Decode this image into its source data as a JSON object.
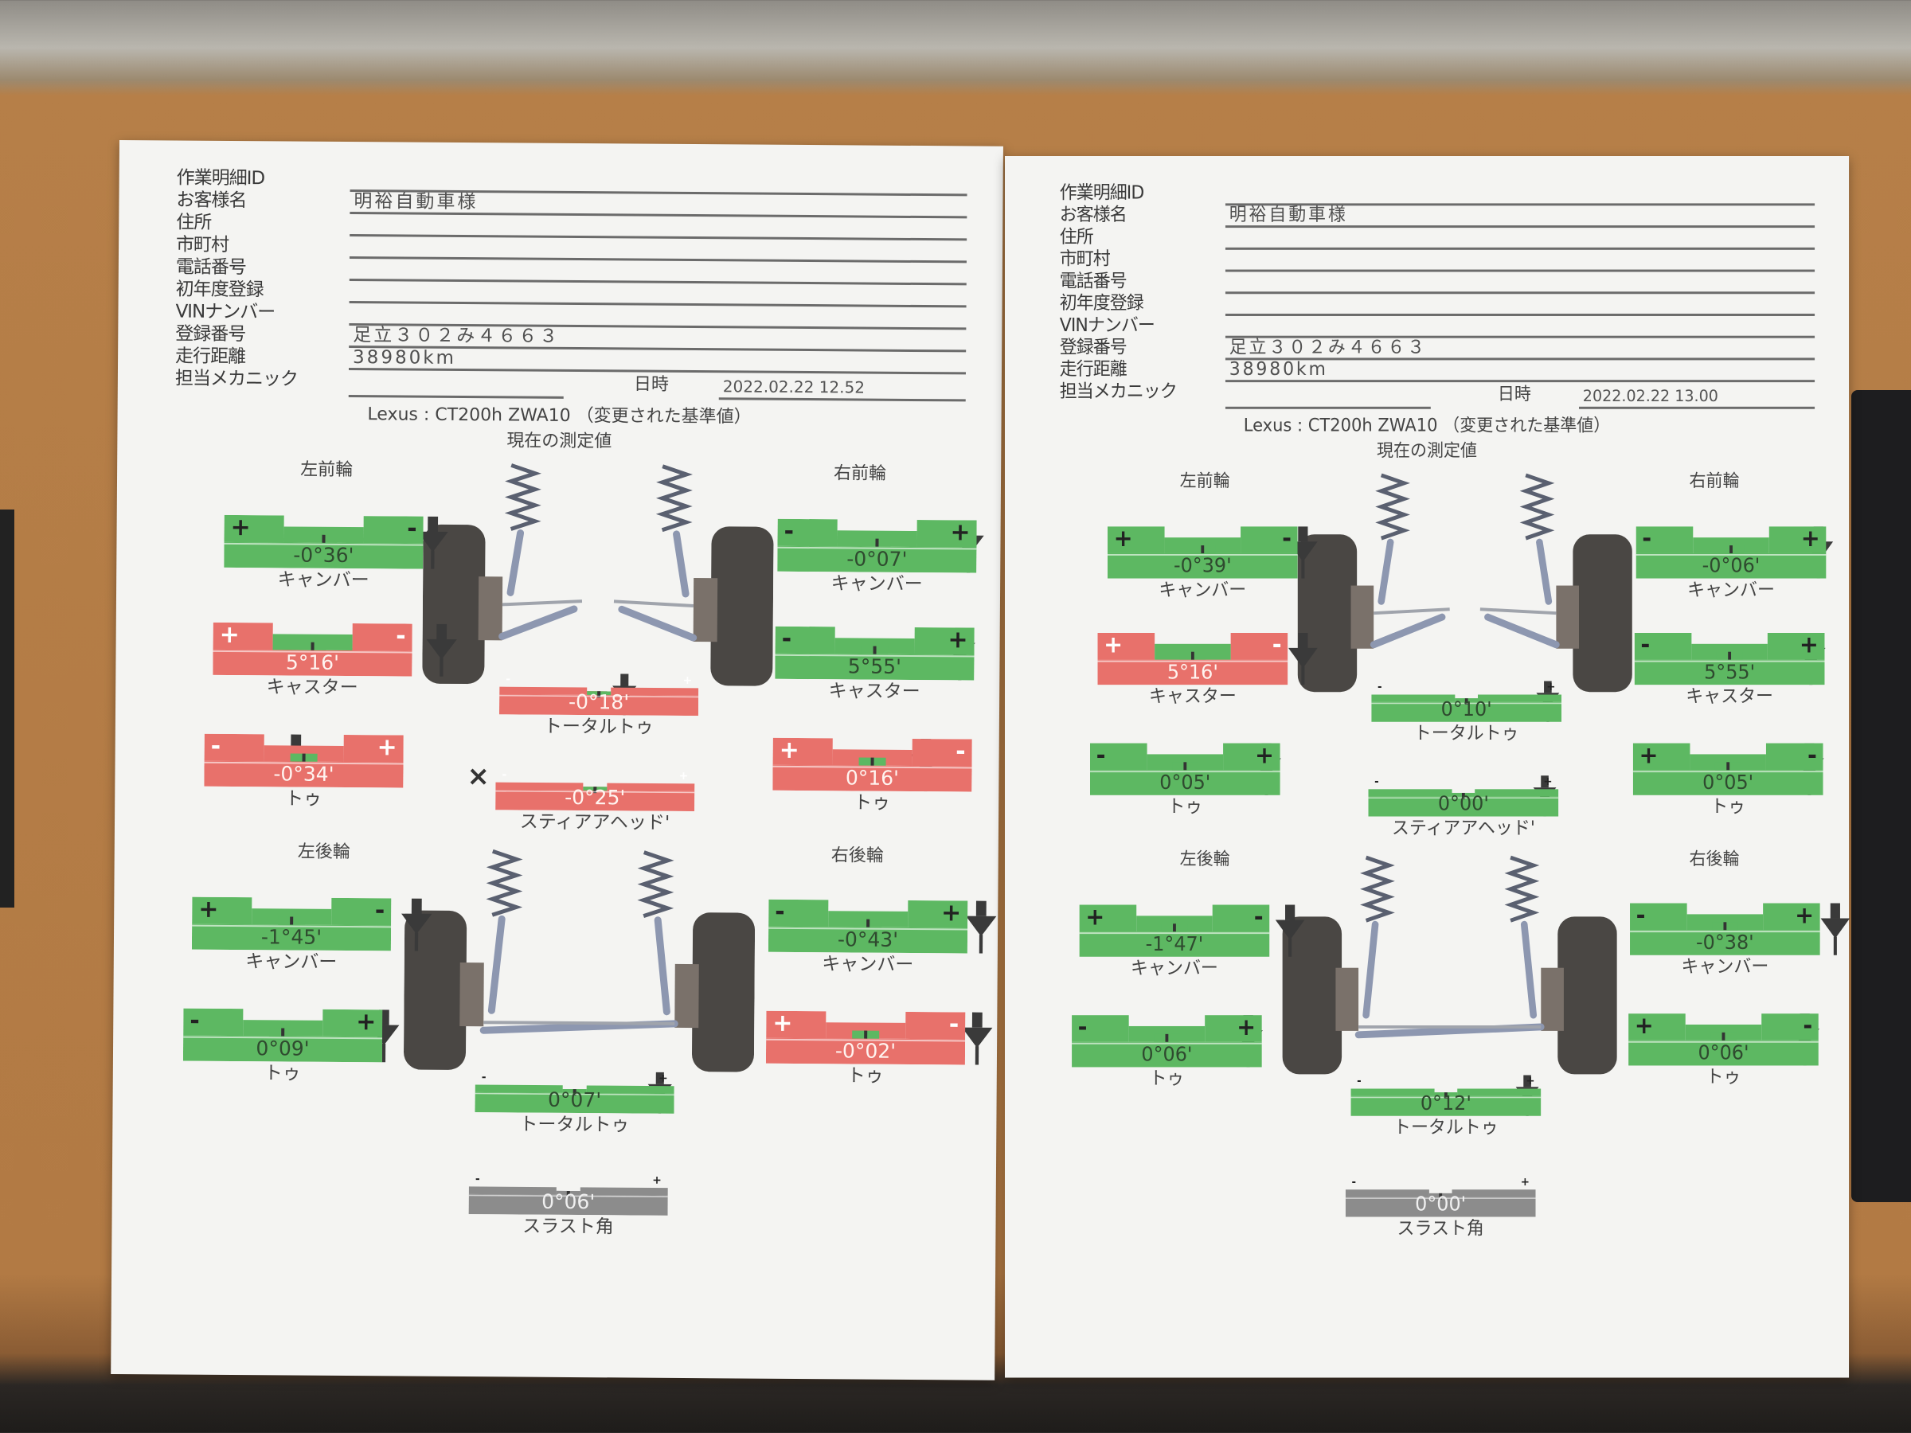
{
  "colors": {
    "ok": "#5db862",
    "out": "#e8716b",
    "neutral": "#8c8c8c",
    "arrow": "#3a3a3a"
  },
  "sheets": [
    {
      "header": {
        "fields": [
          {
            "label": "作業明細ID",
            "value": ""
          },
          {
            "label": "お客様名",
            "value": "明裕自動車様"
          },
          {
            "label": "住所",
            "value": ""
          },
          {
            "label": "市町村",
            "value": ""
          },
          {
            "label": "電話番号",
            "value": ""
          },
          {
            "label": "初年度登録",
            "value": ""
          },
          {
            "label": "VINナンバー",
            "value": ""
          },
          {
            "label": "登録番号",
            "value": "足立３０２み４６６３"
          },
          {
            "label": "走行距離",
            "value": "38980km"
          },
          {
            "label": "担当メカニック",
            "value": ""
          }
        ],
        "datetime_label": "日時",
        "datetime": "2022.02.22 12.52"
      },
      "vehicle": "Lexus : CT200h ZWA10 （変更された基準値）",
      "subtitle": "現在の測定値",
      "labels": {
        "front_left": "左前輪",
        "front_right": "右前輪",
        "rear_left": "左後輪",
        "rear_right": "右後輪"
      },
      "gauges": {
        "fl_camber": {
          "label": "キャンバー",
          "value": "-0°36'",
          "status": "ok",
          "signs": [
            "+",
            "-"
          ],
          "pointer": 0.62
        },
        "fl_caster": {
          "label": "キャスター",
          "value": "5°16'",
          "status": "out",
          "inner": "wide",
          "signs": [
            "+",
            "-"
          ],
          "pointer": 0.72
        },
        "fl_toe": {
          "label": "トゥ",
          "value": "-0°34'",
          "status": "out",
          "signs": [
            "-",
            "+"
          ],
          "pointer": 0.03
        },
        "fr_camber": {
          "label": "キャンバー",
          "value": "-0°07'",
          "status": "ok",
          "signs": [
            "-",
            "+"
          ],
          "pointer": 0.53
        },
        "fr_caster": {
          "label": "キャスター",
          "value": "5°55'",
          "status": "ok",
          "signs": [
            "-",
            "+"
          ],
          "pointer": 0.5
        },
        "fr_toe": {
          "label": "トゥ",
          "value": "0°16'",
          "status": "out",
          "signs": [
            "+",
            "-"
          ],
          "pointer": 0.34
        },
        "f_total_toe": {
          "label": "トータルトゥ",
          "value": "-0°18'",
          "status": "out",
          "signs": [
            "-",
            "+"
          ],
          "pointer": 0.2
        },
        "steer_ahead": {
          "label": "スティアアヘッド'",
          "value": "-0°25'",
          "status": "out",
          "signs": [
            "-",
            "+"
          ],
          "pointer": null,
          "marker": "×"
        },
        "rl_camber": {
          "label": "キャンバー",
          "value": "-1°45'",
          "status": "ok",
          "signs": [
            "+",
            "-"
          ],
          "pointer": 0.7
        },
        "rl_toe": {
          "label": "トゥ",
          "value": "0°09'",
          "status": "ok",
          "signs": [
            "-",
            "+"
          ],
          "pointer": 0.58
        },
        "rr_camber": {
          "label": "キャンバー",
          "value": "-0°43'",
          "status": "ok",
          "signs": [
            "-",
            "+"
          ],
          "pointer": 0.64
        },
        "rr_toe": {
          "label": "トゥ",
          "value": "-0°02'",
          "status": "out",
          "signs": [
            "+",
            "-"
          ],
          "pointer": 0.63
        },
        "r_total_toe": {
          "label": "トータルトゥ",
          "value": "0°07'",
          "status": "ok",
          "signs": [
            "-",
            "+"
          ],
          "pointer": 0.5
        },
        "thrust": {
          "label": "スラスト角",
          "value": "0°06'",
          "status": "neutral",
          "signs": [
            "-",
            "+"
          ],
          "pointer": null
        }
      }
    },
    {
      "header": {
        "fields": [
          {
            "label": "作業明細ID",
            "value": ""
          },
          {
            "label": "お客様名",
            "value": "明裕自動車様"
          },
          {
            "label": "住所",
            "value": ""
          },
          {
            "label": "市町村",
            "value": ""
          },
          {
            "label": "電話番号",
            "value": ""
          },
          {
            "label": "初年度登録",
            "value": ""
          },
          {
            "label": "VINナンバー",
            "value": ""
          },
          {
            "label": "登録番号",
            "value": "足立３０２み４６６３"
          },
          {
            "label": "走行距離",
            "value": "38980km"
          },
          {
            "label": "担当メカニック",
            "value": ""
          }
        ],
        "datetime_label": "日時",
        "datetime": "2022.02.22 13.00"
      },
      "vehicle": "Lexus : CT200h ZWA10 （変更された基準値）",
      "subtitle": "現在の測定値",
      "labels": {
        "front_left": "左前輪",
        "front_right": "右前輪",
        "rear_left": "左後輪",
        "rear_right": "右後輪"
      },
      "gauges": {
        "fl_camber": {
          "label": "キャンバー",
          "value": "-0°39'",
          "status": "ok",
          "signs": [
            "+",
            "-"
          ],
          "pointer": 0.6
        },
        "fl_caster": {
          "label": "キャスター",
          "value": "5°16'",
          "status": "out",
          "inner": "wide",
          "signs": [
            "+",
            "-"
          ],
          "pointer": 0.65
        },
        "fl_toe": {
          "label": "トゥ",
          "value": "0°05'",
          "status": "ok",
          "signs": [
            "-",
            "+"
          ],
          "pointer": 0.5
        },
        "fr_camber": {
          "label": "キャンバー",
          "value": "-0°06'",
          "status": "ok",
          "signs": [
            "-",
            "+"
          ],
          "pointer": 0.53
        },
        "fr_caster": {
          "label": "キャスター",
          "value": "5°55'",
          "status": "ok",
          "signs": [
            "-",
            "+"
          ],
          "pointer": 0.5
        },
        "fr_toe": {
          "label": "トゥ",
          "value": "0°05'",
          "status": "ok",
          "signs": [
            "+",
            "-"
          ],
          "pointer": 0.5
        },
        "f_total_toe": {
          "label": "トータルトゥ",
          "value": "0°10'",
          "status": "ok",
          "signs": [
            "-",
            "+"
          ],
          "pointer": 0.5
        },
        "steer_ahead": {
          "label": "スティアアヘッド'",
          "value": "0°00'",
          "status": "ok",
          "signs": [
            "-",
            "+"
          ],
          "pointer": 0.5
        },
        "rl_camber": {
          "label": "キャンバー",
          "value": "-1°47'",
          "status": "ok",
          "signs": [
            "+",
            "-"
          ],
          "pointer": 0.68
        },
        "rl_toe": {
          "label": "トゥ",
          "value": "0°06'",
          "status": "ok",
          "signs": [
            "-",
            "+"
          ],
          "pointer": 0.5
        },
        "rr_camber": {
          "label": "キャンバー",
          "value": "-0°38'",
          "status": "ok",
          "signs": [
            "-",
            "+"
          ],
          "pointer": 0.65
        },
        "rr_toe": {
          "label": "トゥ",
          "value": "0°06'",
          "status": "ok",
          "signs": [
            "+",
            "-"
          ],
          "pointer": 0.5
        },
        "r_total_toe": {
          "label": "トータルトゥ",
          "value": "0°12'",
          "status": "ok",
          "signs": [
            "-",
            "+"
          ],
          "pointer": 0.5
        },
        "thrust": {
          "label": "スラスト角",
          "value": "0°00'",
          "status": "neutral",
          "signs": [
            "-",
            "+"
          ],
          "pointer": null
        }
      }
    }
  ]
}
